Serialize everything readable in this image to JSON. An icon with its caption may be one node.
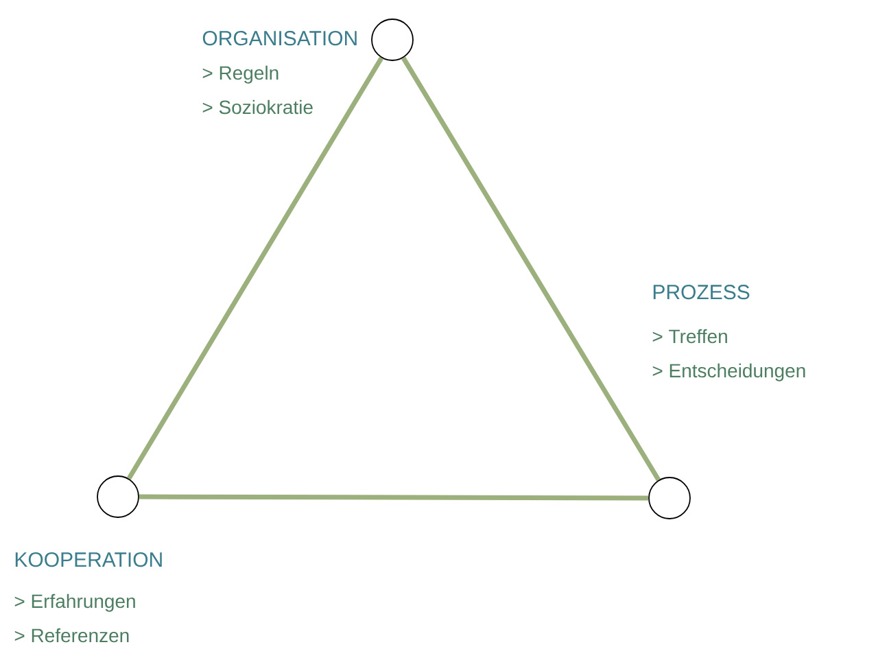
{
  "diagram": {
    "nodes": [
      {
        "text": [],
        "shape": "circle",
        "beside": [
          "ORGANISATION",
          "> Regeln",
          "> Soziokratie"
        ]
      },
      {
        "text": [],
        "shape": "circle",
        "beside": [
          "PROZESS",
          "> Treffen",
          "> Entscheidungen"
        ]
      },
      {
        "text": [],
        "shape": "circle",
        "beside": [
          "KOOPERATION",
          "> Erfahrungen",
          "> Referenzen"
        ]
      }
    ],
    "edges": [
      {
        "from": 0,
        "to": 1,
        "arrow": "none"
      },
      {
        "from": 1,
        "to": 2,
        "arrow": "none"
      },
      {
        "from": 2,
        "to": 0,
        "arrow": "none"
      }
    ]
  }
}
